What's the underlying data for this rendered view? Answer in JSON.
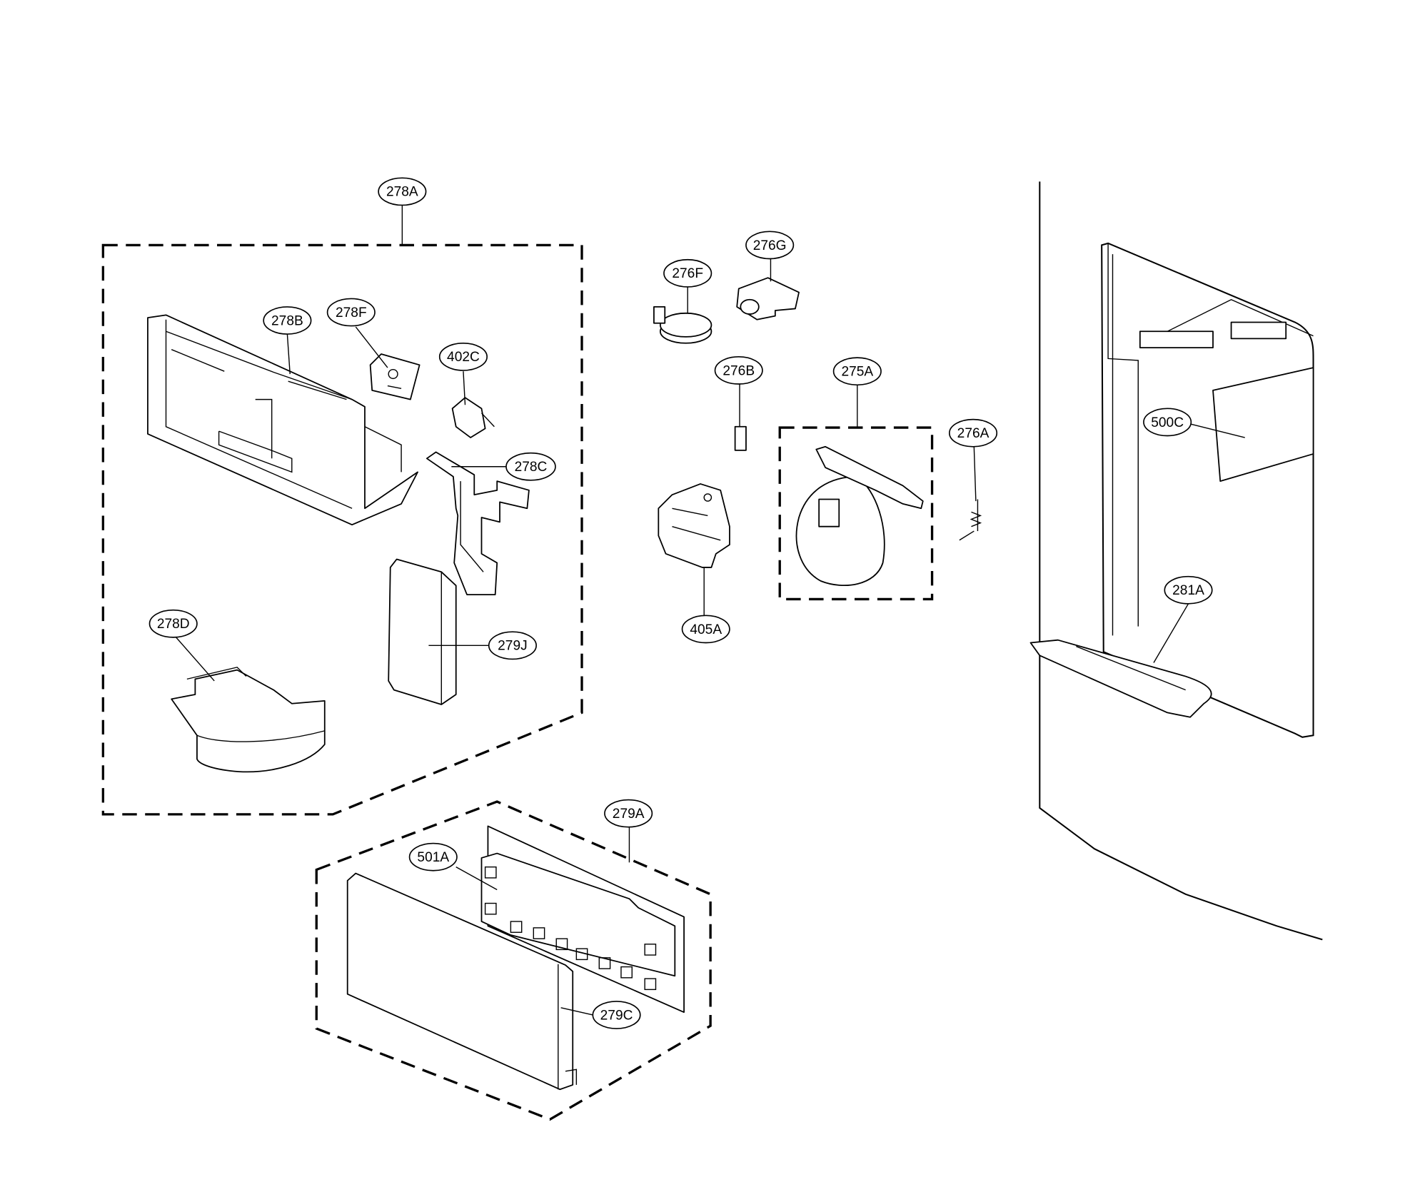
{
  "labels": {
    "278A": "278A",
    "278B": "278B",
    "278F": "278F",
    "402C": "402C",
    "278C": "278C",
    "278D": "278D",
    "279J": "279J",
    "276F": "276F",
    "276G": "276G",
    "276B": "276B",
    "275A": "275A",
    "276A": "276A",
    "405A": "405A",
    "500C": "500C",
    "281A": "281A",
    "279A": "279A",
    "501A": "501A",
    "279C": "279C"
  }
}
